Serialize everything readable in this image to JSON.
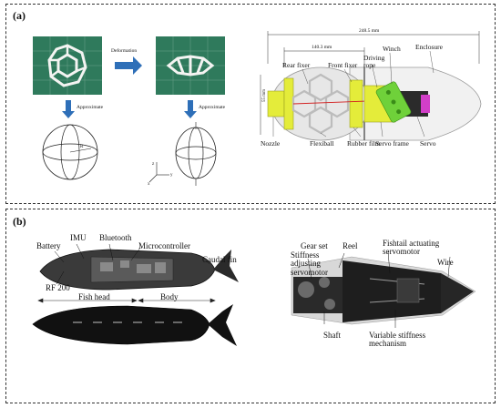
{
  "panel_a": {
    "label": "(a)",
    "flow": {
      "deformation": "Deformation",
      "approximate_left": "Approximate",
      "approximate_right": "Approximate"
    },
    "sketch": {
      "radius": "R",
      "axis_x": "x",
      "axis_y": "y",
      "axis_z": "z"
    },
    "dims": {
      "overall": "248.5 mm",
      "fixer_span": "140.3 mm",
      "height": "55 mm"
    },
    "labels": {
      "rear_fixer": "Rear fixer",
      "front_fixer": "Front fixer",
      "driving_rope": "Driving\nrope",
      "winch": "Winch",
      "enclosure": "Enclosure",
      "nozzle": "Nozzle",
      "flexiball": "Flexiball",
      "rubber_film": "Rubber film",
      "servo_frame": "Servo frame",
      "servo": "Servo"
    }
  },
  "panel_b": {
    "label": "(b)",
    "labels": {
      "imu": "IMU",
      "bluetooth": "Bluetooth",
      "battery": "Battery",
      "microcontroller": "Microcontroller",
      "caudal_fin": "Caudal fin",
      "rf200": "RF 200",
      "fish_head": "Fish head",
      "body": "Body",
      "gear_set": "Gear set",
      "reel": "Reel",
      "stiffness_servo": "Stiffness\nadjusting\nservomotor",
      "fishtail_servo": "Fishtail actuating\nservomotor",
      "wire": "Wire",
      "shaft": "Shaft",
      "variable_stiffness": "Variable stiffness\nmechanism"
    }
  },
  "colors": {
    "green_board": "#2f7a5c",
    "arrow_blue": "#2e6fb8",
    "fixer_yellow": "#e4ec3a",
    "winch_green": "#6fd13a",
    "servo_magenta": "#d23fc8"
  }
}
